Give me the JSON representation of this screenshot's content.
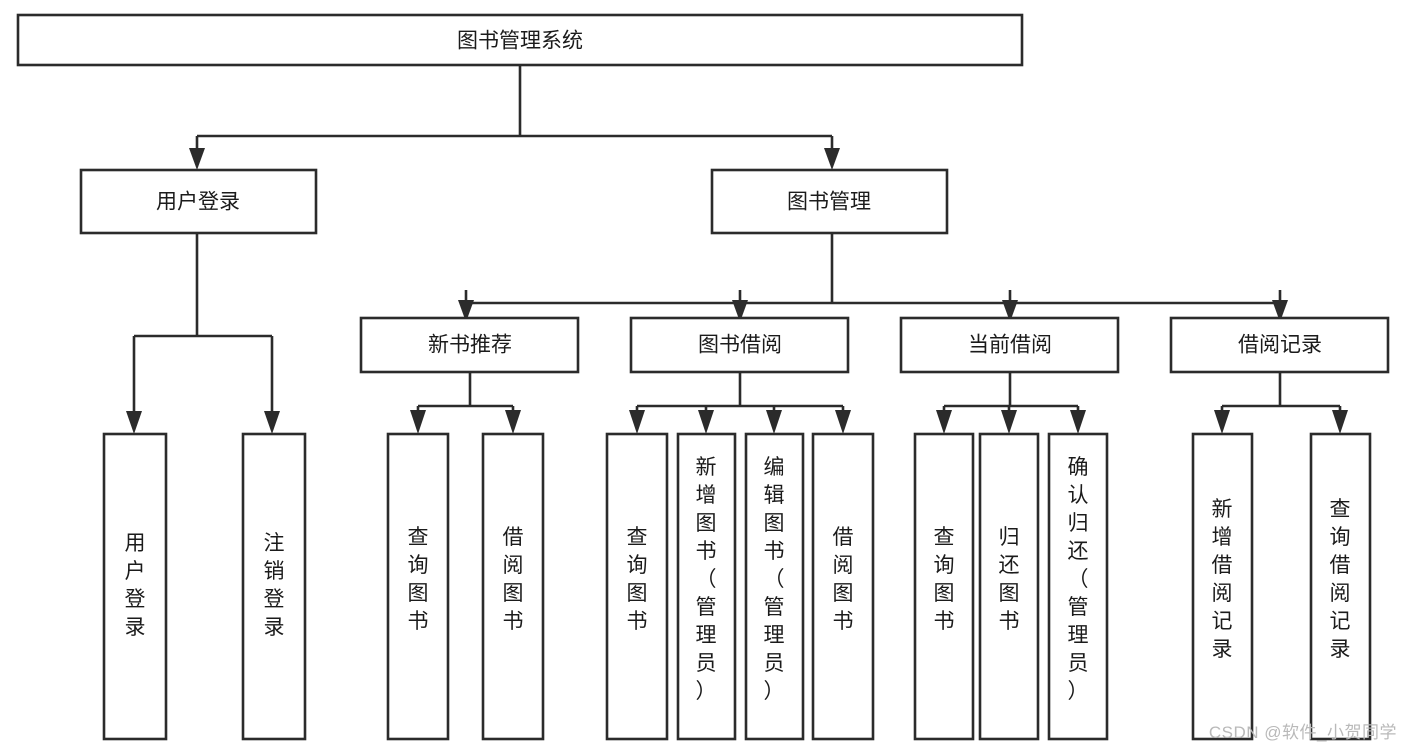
{
  "diagram": {
    "type": "tree",
    "title": "图书管理系统",
    "background_color": "#ffffff",
    "line_color": "#2b2b2b",
    "text_color": "#1b1b1b",
    "root": {
      "id": "root",
      "label": "图书管理系统",
      "orientation": "horizontal"
    },
    "level2": [
      {
        "id": "user-login",
        "label": "用户登录",
        "orientation": "horizontal"
      },
      {
        "id": "book-manage",
        "label": "图书管理",
        "orientation": "horizontal"
      }
    ],
    "level3": [
      {
        "id": "new-book-recommend",
        "label": "新书推荐",
        "parent": "book-manage",
        "orientation": "horizontal"
      },
      {
        "id": "book-borrow",
        "label": "图书借阅",
        "parent": "book-manage",
        "orientation": "horizontal"
      },
      {
        "id": "current-borrow",
        "label": "当前借阅",
        "parent": "book-manage",
        "orientation": "horizontal"
      },
      {
        "id": "borrow-record",
        "label": "借阅记录",
        "parent": "book-manage",
        "orientation": "horizontal"
      }
    ],
    "leaves": [
      {
        "id": "leaf-user-login",
        "label": "用户登录",
        "parent": "user-login",
        "orientation": "vertical"
      },
      {
        "id": "leaf-user-logout",
        "label": "注销登录",
        "parent": "user-login",
        "orientation": "vertical"
      },
      {
        "id": "leaf-query-book-1",
        "label": "查询图书",
        "parent": "new-book-recommend",
        "orientation": "vertical"
      },
      {
        "id": "leaf-borrow-book-1",
        "label": "借阅图书",
        "parent": "new-book-recommend",
        "orientation": "vertical"
      },
      {
        "id": "leaf-query-book-2",
        "label": "查询图书",
        "parent": "book-borrow",
        "orientation": "vertical"
      },
      {
        "id": "leaf-add-book",
        "label": "新增图书（管理员）",
        "parent": "book-borrow",
        "orientation": "vertical"
      },
      {
        "id": "leaf-edit-book",
        "label": "编辑图书（管理员）",
        "parent": "book-borrow",
        "orientation": "vertical"
      },
      {
        "id": "leaf-borrow-book-2",
        "label": "借阅图书",
        "parent": "book-borrow",
        "orientation": "vertical"
      },
      {
        "id": "leaf-query-book-3",
        "label": "查询图书",
        "parent": "current-borrow",
        "orientation": "vertical"
      },
      {
        "id": "leaf-return-book",
        "label": "归还图书",
        "parent": "current-borrow",
        "orientation": "vertical"
      },
      {
        "id": "leaf-confirm-return",
        "label": "确认归还（管理员）",
        "parent": "current-borrow",
        "orientation": "vertical"
      },
      {
        "id": "leaf-add-record",
        "label": "新增借阅记录",
        "parent": "borrow-record",
        "orientation": "vertical"
      },
      {
        "id": "leaf-query-record",
        "label": "查询借阅记录",
        "parent": "borrow-record",
        "orientation": "vertical"
      }
    ]
  },
  "watermark": {
    "text": "CSDN @软件_小贺同学"
  }
}
